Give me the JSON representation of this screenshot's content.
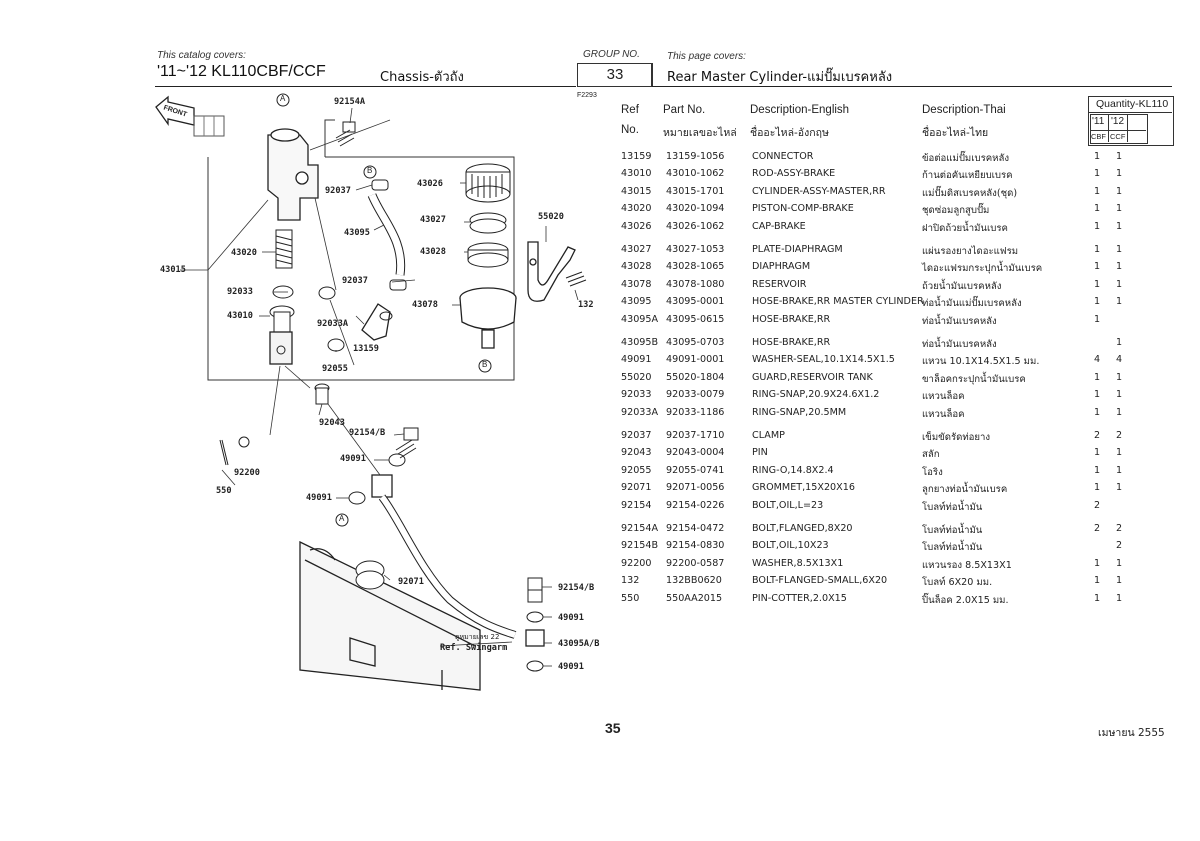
{
  "header": {
    "catalog_label": "This catalog covers:",
    "model": "'11~'12 KL110CBF/CCF",
    "section": "Chassis-ตัวถัง",
    "group_label": "GROUP NO.",
    "group_no": "33",
    "page_label": "This page covers:",
    "page_title": "Rear Master Cylinder-แม่ปั๊มเบรคหลัง"
  },
  "diagram": {
    "figure_code": "F2293",
    "front_label": "FRONT",
    "callouts": {
      "A": "A",
      "B": "B"
    },
    "labels": {
      "p92154A": "92154A",
      "p92037a": "92037",
      "p43026": "43026",
      "p43027": "43027",
      "p55020": "55020",
      "p43095": "43095",
      "p43020": "43020",
      "p43028": "43028",
      "p43015": "43015",
      "p92037b": "92037",
      "p92033": "92033",
      "p43078": "43078",
      "p132": "132",
      "p43010": "43010",
      "p92033A": "92033A",
      "p13159": "13159",
      "p92055": "92055",
      "p92043": "92043",
      "p92154B": "92154/B",
      "p49091a": "49091",
      "p92200": "92200",
      "p550": "550",
      "p49091b": "49091",
      "p92071": "92071",
      "p92154B2": "92154/B",
      "p49091c": "49091",
      "ref_thai": "ดูหมายเลข 22",
      "ref_swingarm": "Ref. Swingarm",
      "p43095AB": "43095A/B",
      "p49091d": "49091"
    }
  },
  "table": {
    "col_ref": "Ref",
    "col_ref_th": "No.",
    "col_part": "Part No.",
    "col_part_th": "หมายเลขอะไหล่",
    "col_en": "Description-English",
    "col_en_th": "ชื่ออะไหล่-อังกฤษ",
    "col_th": "Description-Thai",
    "col_th_th": "ชื่ออะไหล่-ไทย",
    "qty_title": "Quantity-KL110",
    "qty_11": "'11",
    "qty_12": "'12",
    "qty_cbf": "CBF",
    "qty_ccf": "CCF",
    "rows": [
      {
        "ref": "13159",
        "part": "13159-1056",
        "en": "CONNECTOR",
        "th": "ข้อต่อแม่ปั๊มเบรคหลัง",
        "q11": "1",
        "q12": "1"
      },
      {
        "ref": "43010",
        "part": "43010-1062",
        "en": "ROD-ASSY-BRAKE",
        "th": "ก้านต่อคันเหยียบเบรค",
        "q11": "1",
        "q12": "1"
      },
      {
        "ref": "43015",
        "part": "43015-1701",
        "en": "CYLINDER-ASSY-MASTER,RR",
        "th": "แม่ปั๊มดิสเบรคหลัง(ชุด)",
        "q11": "1",
        "q12": "1"
      },
      {
        "ref": "43020",
        "part": "43020-1094",
        "en": "PISTON-COMP-BRAKE",
        "th": "ชุดซ่อมลูกสูบปั๊ม",
        "q11": "1",
        "q12": "1"
      },
      {
        "ref": "43026",
        "part": "43026-1062",
        "en": "CAP-BRAKE",
        "th": "ฝาปิดถ้วยน้ำมันเบรค",
        "q11": "1",
        "q12": "1"
      },
      {
        "ref": "43027",
        "part": "43027-1053",
        "en": "PLATE-DIAPHRAGM",
        "th": "แผ่นรองยางไดอะแฟรม",
        "q11": "1",
        "q12": "1"
      },
      {
        "ref": "43028",
        "part": "43028-1065",
        "en": "DIAPHRAGM",
        "th": "ไดอะแฟรมกระปุกน้ำมันเบรค",
        "q11": "1",
        "q12": "1"
      },
      {
        "ref": "43078",
        "part": "43078-1080",
        "en": "RESERVOIR",
        "th": "ถ้วยน้ำมันเบรคหลัง",
        "q11": "1",
        "q12": "1"
      },
      {
        "ref": "43095",
        "part": "43095-0001",
        "en": "HOSE-BRAKE,RR MASTER CYLINDER",
        "th": "ท่อน้ำมันแม่ปั๊มเบรคหลัง",
        "q11": "1",
        "q12": "1"
      },
      {
        "ref": "43095A",
        "part": "43095-0615",
        "en": "HOSE-BRAKE,RR",
        "th": "ท่อน้ำมันเบรคหลัง",
        "q11": "1",
        "q12": ""
      },
      {
        "ref": "43095B",
        "part": "43095-0703",
        "en": "HOSE-BRAKE,RR",
        "th": "ท่อน้ำมันเบรคหลัง",
        "q11": "",
        "q12": "1"
      },
      {
        "ref": "49091",
        "part": "49091-0001",
        "en": "WASHER-SEAL,10.1X14.5X1.5",
        "th": "แหวน 10.1X14.5X1.5 มม.",
        "q11": "4",
        "q12": "4"
      },
      {
        "ref": "55020",
        "part": "55020-1804",
        "en": "GUARD,RESERVOIR TANK",
        "th": "ขาล็อคกระปุกน้ำมันเบรค",
        "q11": "1",
        "q12": "1"
      },
      {
        "ref": "92033",
        "part": "92033-0079",
        "en": "RING-SNAP,20.9X24.6X1.2",
        "th": "แหวนล็อค",
        "q11": "1",
        "q12": "1"
      },
      {
        "ref": "92033A",
        "part": "92033-1186",
        "en": "RING-SNAP,20.5MM",
        "th": "แหวนล็อค",
        "q11": "1",
        "q12": "1"
      },
      {
        "ref": "92037",
        "part": "92037-1710",
        "en": "CLAMP",
        "th": "เข็มขัดรัดท่อยาง",
        "q11": "2",
        "q12": "2"
      },
      {
        "ref": "92043",
        "part": "92043-0004",
        "en": "PIN",
        "th": "สลัก",
        "q11": "1",
        "q12": "1"
      },
      {
        "ref": "92055",
        "part": "92055-0741",
        "en": "RING-O,14.8X2.4",
        "th": "โอริง",
        "q11": "1",
        "q12": "1"
      },
      {
        "ref": "92071",
        "part": "92071-0056",
        "en": "GROMMET,15X20X16",
        "th": "ลูกยางท่อน้ำมันเบรค",
        "q11": "1",
        "q12": "1"
      },
      {
        "ref": "92154",
        "part": "92154-0226",
        "en": "BOLT,OIL,L=23",
        "th": "โบลท์ท่อน้ำมัน",
        "q11": "2",
        "q12": ""
      },
      {
        "ref": "92154A",
        "part": "92154-0472",
        "en": "BOLT,FLANGED,8X20",
        "th": "โบลท์ท่อน้ำมัน",
        "q11": "2",
        "q12": "2"
      },
      {
        "ref": "92154B",
        "part": "92154-0830",
        "en": "BOLT,OIL,10X23",
        "th": "โบลท์ท่อน้ำมัน",
        "q11": "",
        "q12": "2"
      },
      {
        "ref": "92200",
        "part": "92200-0587",
        "en": "WASHER,8.5X13X1",
        "th": "แหวนรอง 8.5X13X1",
        "q11": "1",
        "q12": "1"
      },
      {
        "ref": "132",
        "part": "132BB0620",
        "en": "BOLT-FLANGED-SMALL,6X20",
        "th": "โบลท์ 6X20 มม.",
        "q11": "1",
        "q12": "1"
      },
      {
        "ref": "550",
        "part": "550AA2015",
        "en": "PIN-COTTER,2.0X15",
        "th": "ปิ๊นล็อค 2.0X15 มม.",
        "q11": "1",
        "q12": "1"
      }
    ]
  },
  "footer": {
    "page_number": "35",
    "date": "เมษายน 2555"
  }
}
